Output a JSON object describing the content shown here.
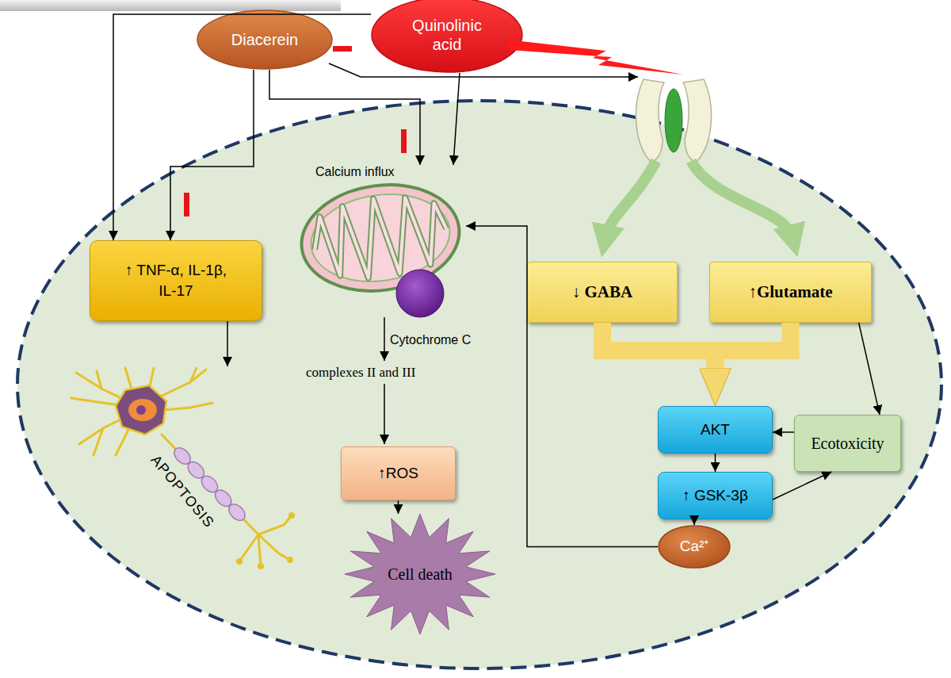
{
  "diagram": {
    "nodes": [
      {
        "text": [
          "Diacerein"
        ]
      },
      {
        "text": [
          "Quinolinic acid"
        ]
      },
      {
        "text": [
          "↑ TNF-α, IL-1β, IL-17"
        ]
      },
      {
        "text": [
          "APOPTOSIS"
        ]
      },
      {
        "text": [
          "Calcium influx"
        ]
      },
      {
        "text": [
          "↑ROS"
        ]
      },
      {
        "text": [
          "Cell death"
        ]
      },
      {
        "text": [
          "↓ GABA"
        ]
      },
      {
        "text": [
          "↑Glutamate"
        ]
      },
      {
        "text": [
          "AKT"
        ]
      },
      {
        "text": [
          "↑ GSK-3β"
        ]
      },
      {
        "text": [
          "Ecotoxicity"
        ]
      },
      {
        "text": [
          "Ca²⁺"
        ]
      }
    ],
    "edges": [
      {
        "from": 0,
        "to": 2,
        "arrow": "to"
      },
      {
        "from": 1,
        "to": 2,
        "arrow": "to"
      },
      {
        "from": 0,
        "to": 4,
        "arrow": "to"
      },
      {
        "from": 1,
        "to": 4,
        "arrow": "to"
      },
      {
        "from": 2,
        "to": 3,
        "arrow": "to"
      },
      {
        "from": 5,
        "to": 6,
        "arrow": "to"
      },
      {
        "from": 7,
        "to": 9,
        "arrow": "to"
      },
      {
        "from": 8,
        "to": 9,
        "arrow": "to"
      },
      {
        "from": 8,
        "to": 11,
        "arrow": "to"
      },
      {
        "from": 11,
        "to": 9,
        "arrow": "to"
      },
      {
        "from": 9,
        "to": 10,
        "arrow": "to"
      },
      {
        "from": 10,
        "to": 11,
        "arrow": "to"
      },
      {
        "from": 10,
        "to": 12,
        "arrow": "to"
      },
      {
        "from": 12,
        "to": 4,
        "arrow": "to"
      }
    ],
    "labels": [
      "Cytochrome C",
      "complexes II and III"
    ]
  }
}
